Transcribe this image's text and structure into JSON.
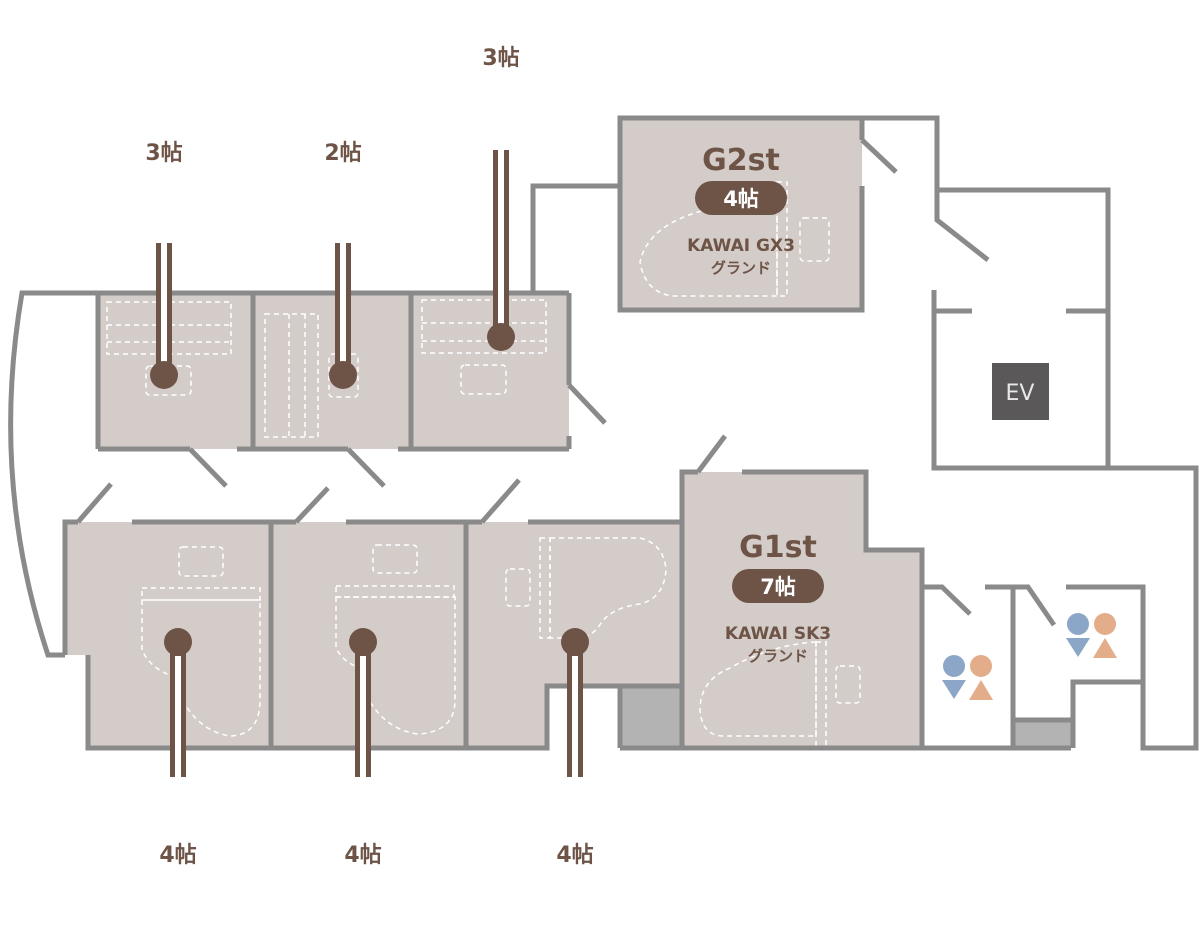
{
  "floor_plan": {
    "rooms": {
      "g2st": {
        "name": "G2st",
        "size": "4帖",
        "piano_model": "KAWAI GX3",
        "piano_type": "グランド"
      },
      "g1st": {
        "name": "G1st",
        "size": "7帖",
        "piano_model": "KAWAI SK3",
        "piano_type": "グランド"
      },
      "top_left": {
        "size": "3帖"
      },
      "top_middle": {
        "size": "2帖"
      },
      "top_right": {
        "size": "3帖"
      },
      "bottom_left": {
        "size": "4帖"
      },
      "bottom_middle": {
        "size": "4帖"
      },
      "bottom_right": {
        "size": "4帖"
      }
    },
    "elevator": {
      "label": "EV"
    },
    "restrooms": [
      {
        "name": "restroom-1",
        "icon": "male-female-restroom"
      },
      {
        "name": "restroom-2",
        "icon": "male-female-restroom"
      }
    ],
    "colors": {
      "room_fill": "#d4ccc8",
      "wall": "#8a8a8a",
      "accent_brown": "#6e5447",
      "male_blue": "#8ba6c6",
      "female_orange": "#e3ad8a",
      "ev_bg": "#5a5858",
      "storage": "#b3b3b3"
    }
  }
}
